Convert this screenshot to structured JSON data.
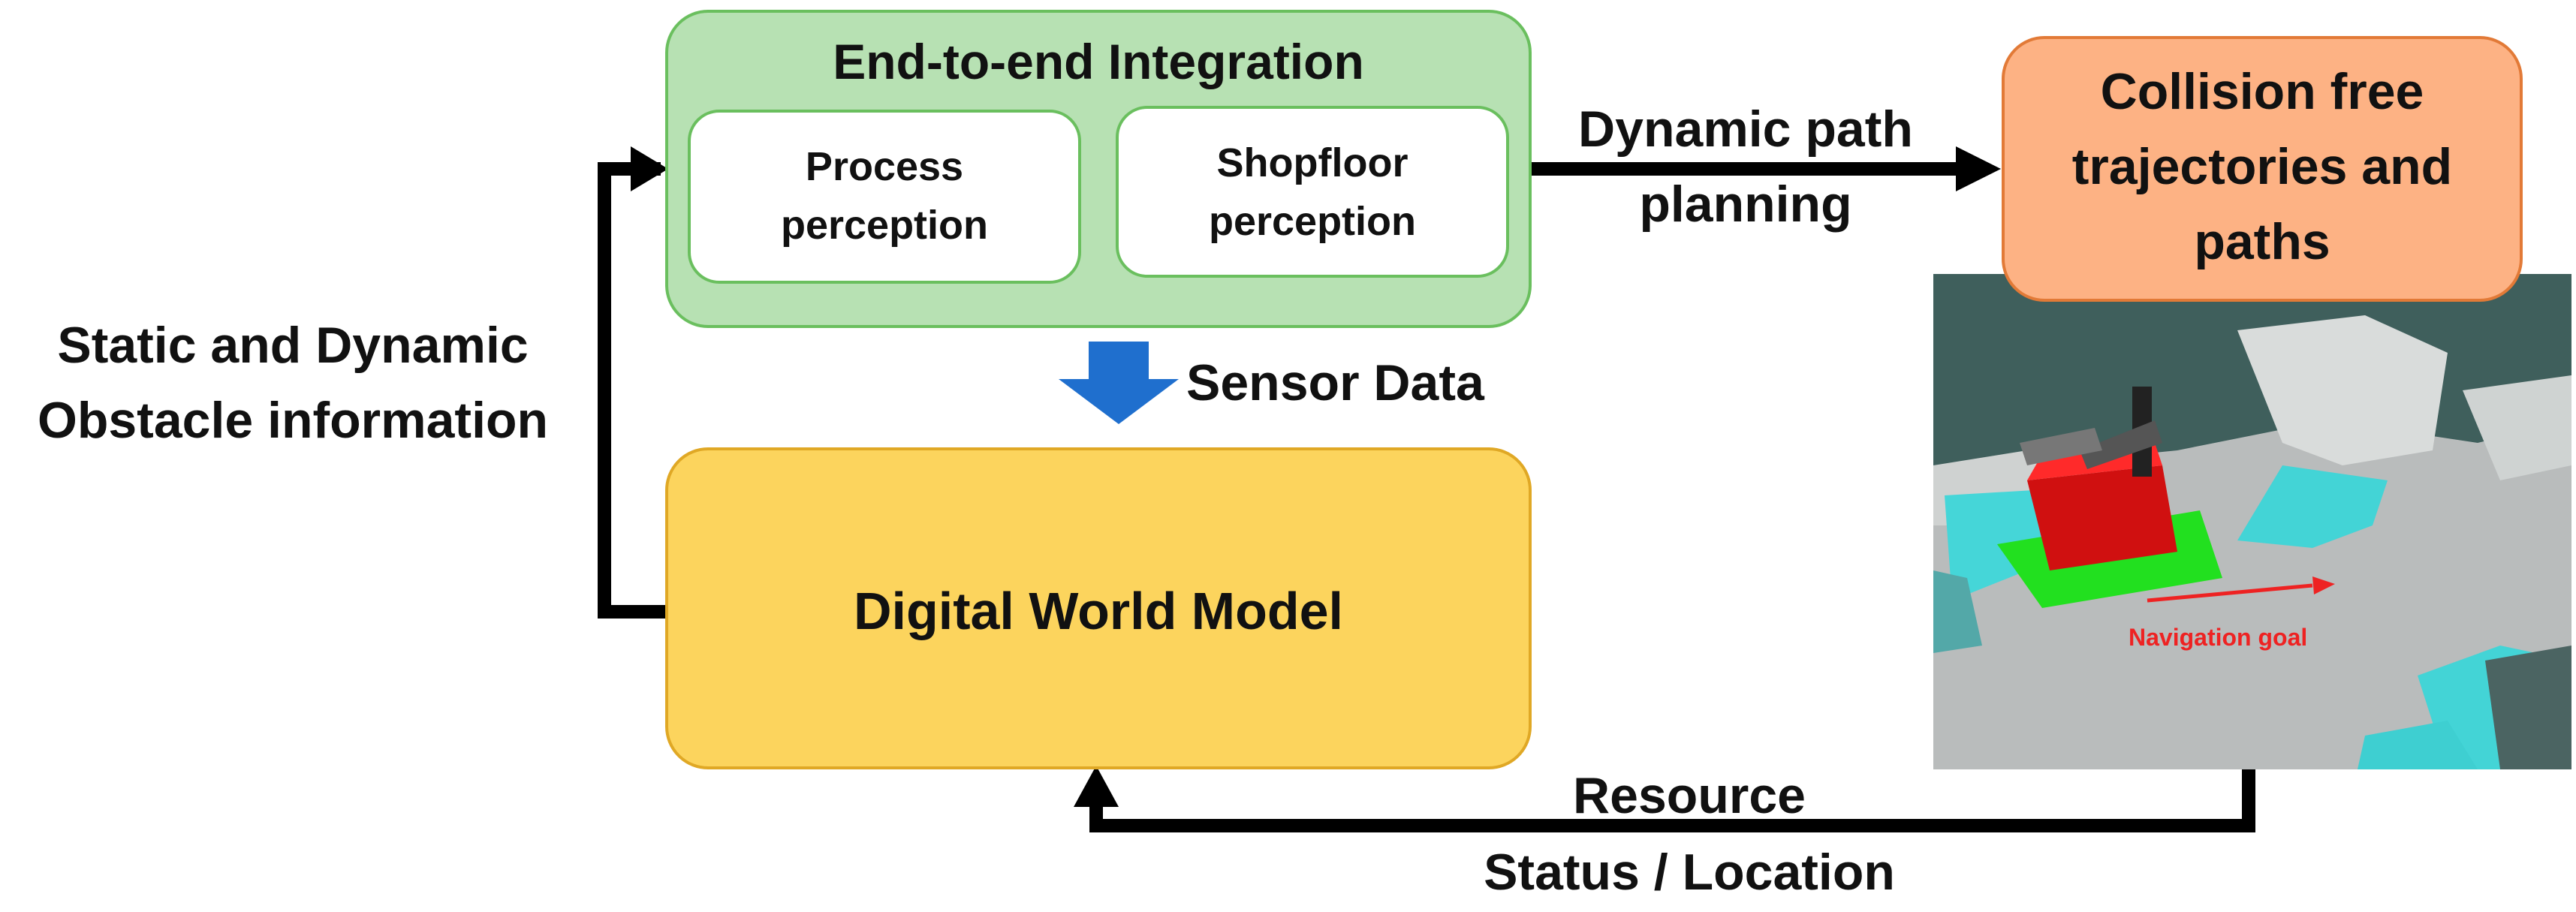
{
  "nodes": {
    "integration": {
      "title": "End-to-end Integration"
    },
    "process_perception": {
      "line1": "Process",
      "line2": "perception"
    },
    "shopfloor_perception": {
      "line1": "Shopfloor",
      "line2": "perception"
    },
    "digital_world_model": {
      "label": "Digital World Model"
    },
    "collision_free": {
      "line1": "Collision free",
      "line2": "trajectories and",
      "line3": "paths"
    }
  },
  "edges": {
    "dynamic_path_planning": {
      "line1": "Dynamic path",
      "line2": "planning"
    },
    "sensor_data": {
      "label": "Sensor Data"
    },
    "obstacle_info": {
      "line1": "Static and Dynamic",
      "line2": "Obstacle information"
    },
    "resource_status": {
      "line1": "Resource",
      "line2": "Status / Location"
    }
  },
  "screenshot": {
    "annotation": "Navigation goal"
  },
  "colors": {
    "integration_fill": "#b7e1b3",
    "integration_border": "#6abf5e",
    "world_model_fill": "#fcd45d",
    "world_model_border": "#e0a825",
    "collision_fill": "#fdb284",
    "collision_border": "#e27a37",
    "sensor_arrow": "#1f6fce",
    "connector": "#000000",
    "robot": "#d01010",
    "navigation_goal": "#ee2222"
  }
}
